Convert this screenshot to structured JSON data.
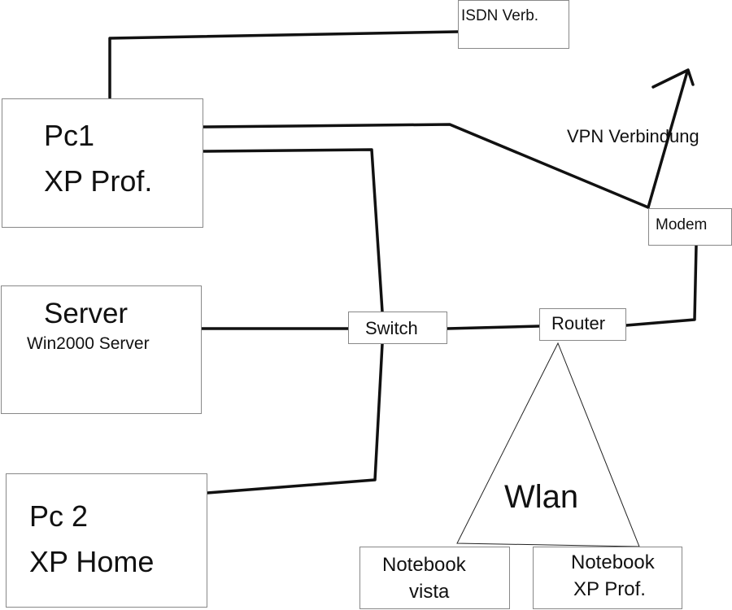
{
  "nodes": {
    "isdn": {
      "label": "ISDN Verb."
    },
    "pc1": {
      "line1": "Pc1",
      "line2": "XP Prof."
    },
    "server": {
      "line1": "Server",
      "line2": "Win2000 Server"
    },
    "pc2": {
      "line1": "Pc 2",
      "line2": "XP Home"
    },
    "switch": {
      "label": "Switch"
    },
    "router": {
      "label": "Router"
    },
    "modem": {
      "label": "Modem"
    },
    "vpn": {
      "label": "VPN Verbindung"
    },
    "wlan": {
      "label": "Wlan"
    },
    "notebook_vista": {
      "line1": "Notebook",
      "line2": "vista"
    },
    "notebook_xp": {
      "line1": "Notebook",
      "line2": "XP Prof."
    }
  }
}
